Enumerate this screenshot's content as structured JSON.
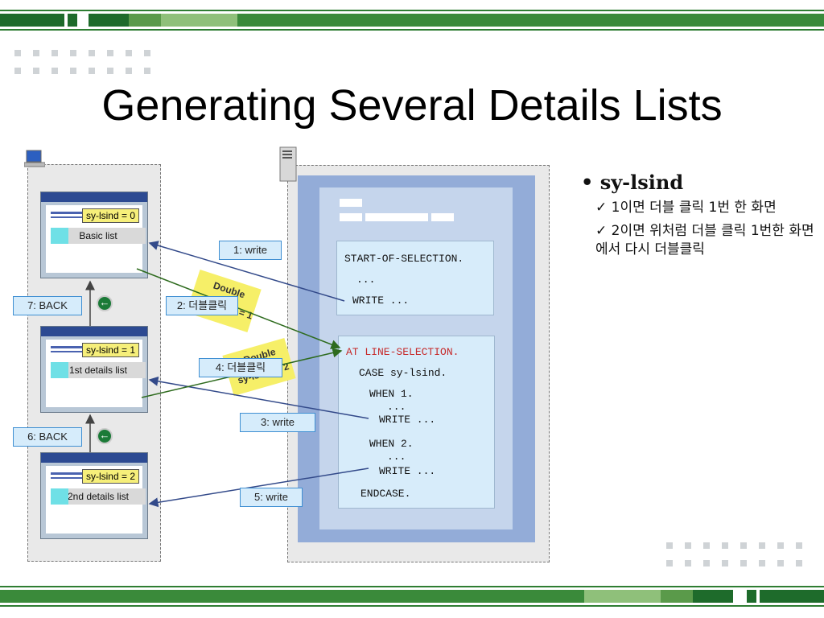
{
  "title": "Generating Several Details Lists",
  "client_windows": [
    {
      "tag": "sy-lsind = 0",
      "list": "Basic list"
    },
    {
      "tag": "sy-lsind = 1",
      "list": "1st details list"
    },
    {
      "tag": "sy-lsind = 2",
      "list": "2nd details list"
    }
  ],
  "labels": {
    "write1": "1: write",
    "dbl2": "2: 더블클릭",
    "write3": "3: write",
    "dbl4": "4: 더블클릭",
    "write5": "5: write",
    "back6": "6: BACK",
    "back7": "7: BACK"
  },
  "sticky": {
    "first_a": "Double",
    "first_b": "sy-lsind = 1",
    "second_a": "Double",
    "second_b": "sy-lsind = 2"
  },
  "code_top": {
    "l1": "START-OF-SELECTION.",
    "l2": "...",
    "l3": "WRITE ..."
  },
  "code_bottom": {
    "l1": "AT LINE-SELECTION.",
    "l2": "CASE sy-lsind.",
    "l3": "WHEN 1.",
    "l4": "...",
    "l5": "WRITE ...",
    "l6": "WHEN 2.",
    "l7": "...",
    "l8": "WRITE ...",
    "l9": "ENDCASE."
  },
  "notes": {
    "bullet": "sy-lsind",
    "item1": "1이면 더블 클릭 1번 한 화면",
    "item2": "2이면 위처럼 더블 클릭 1번한 화면에서 다시 더블클릭"
  },
  "colors": {
    "green_dark": "#1e6b2b",
    "green_mid": "#3a8a3a",
    "green_light": "#8fc07a",
    "arrow_blue": "#334a8a",
    "arrow_green": "#2e6b1e"
  }
}
